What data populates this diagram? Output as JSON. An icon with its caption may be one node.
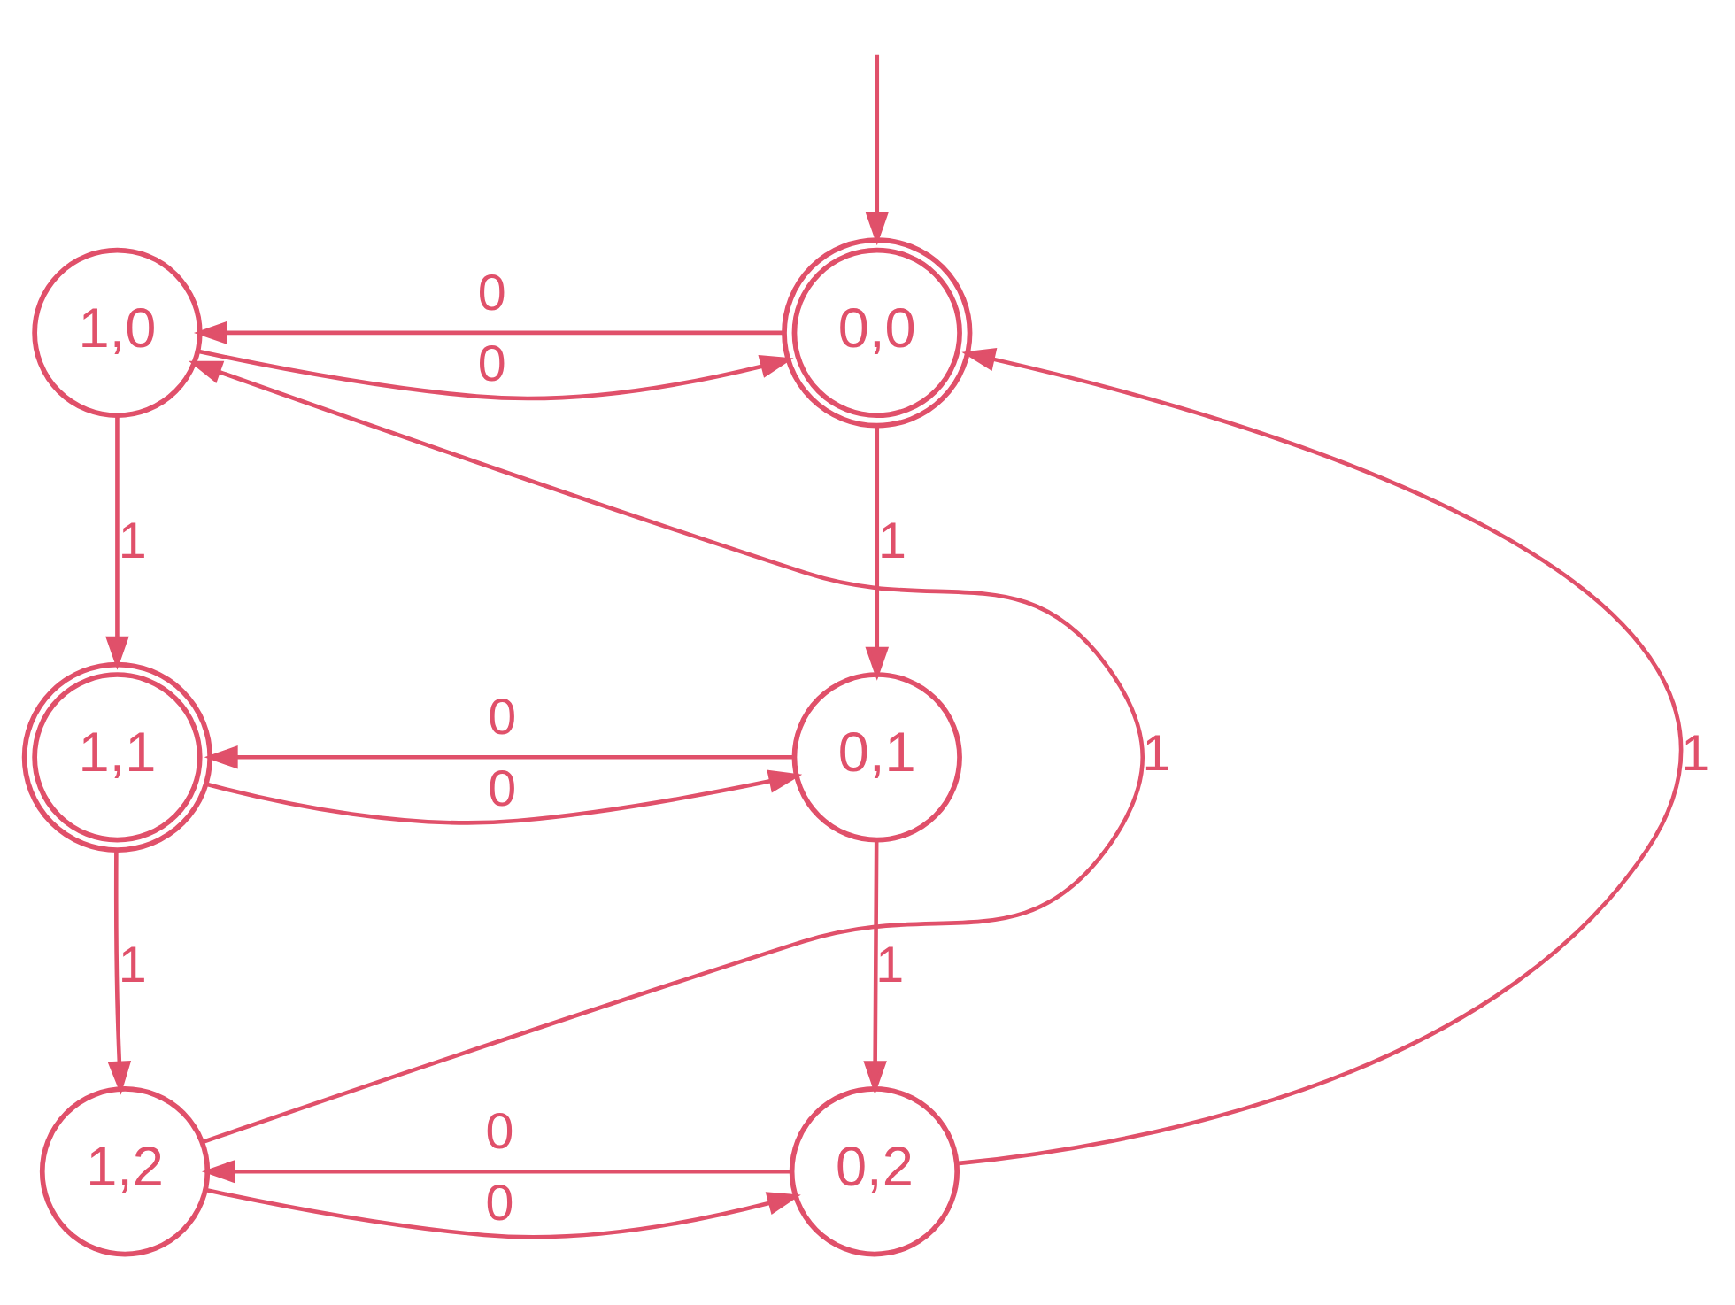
{
  "diagram": {
    "nodes": [
      {
        "text": [
          "0,0"
        ]
      },
      {
        "text": [
          "1,0"
        ]
      },
      {
        "text": [
          "0,1"
        ]
      },
      {
        "text": [
          "1,1"
        ]
      },
      {
        "text": [
          "0,2"
        ]
      },
      {
        "text": [
          "1,2"
        ]
      }
    ],
    "edges": [
      {
        "from": null,
        "to": 0,
        "arrow": "to"
      },
      {
        "from": 0,
        "to": 1,
        "arrow": "to",
        "label": "0"
      },
      {
        "from": 1,
        "to": 0,
        "arrow": "to",
        "label": "0"
      },
      {
        "from": 0,
        "to": 2,
        "arrow": "to",
        "label": "1"
      },
      {
        "from": 1,
        "to": 3,
        "arrow": "to",
        "label": "1"
      },
      {
        "from": 2,
        "to": 3,
        "arrow": "to",
        "label": "0"
      },
      {
        "from": 3,
        "to": 2,
        "arrow": "to",
        "label": "0"
      },
      {
        "from": 2,
        "to": 4,
        "arrow": "to",
        "label": "1"
      },
      {
        "from": 3,
        "to": 5,
        "arrow": "to",
        "label": "1"
      },
      {
        "from": 4,
        "to": 5,
        "arrow": "to",
        "label": "0"
      },
      {
        "from": 5,
        "to": 4,
        "arrow": "to",
        "label": "0"
      },
      {
        "from": 4,
        "to": 0,
        "arrow": "to",
        "label": "1"
      },
      {
        "from": 5,
        "to": 1,
        "arrow": "to",
        "label": "1"
      }
    ]
  }
}
